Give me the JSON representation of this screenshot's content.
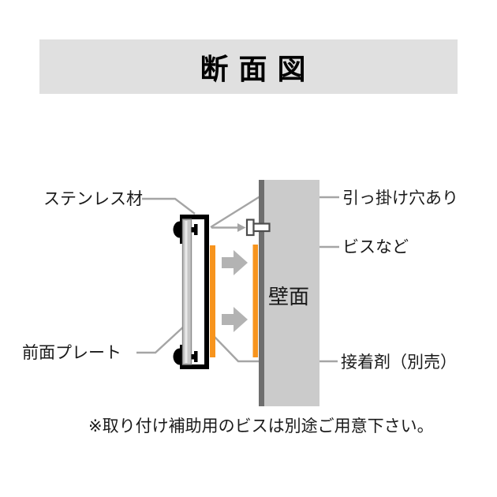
{
  "title": "断面図",
  "labels": {
    "stainless": "ステンレス材",
    "front_plate": "前面プレート",
    "hanging_hole": "引っ掛け穴あり",
    "screws": "ビスなど",
    "wall": "壁面",
    "adhesive": "接着剤（別売）"
  },
  "note": "※取り付け補助用のビスは別途ご用意下さい。",
  "icons": {
    "push_arrow": "right-arrow",
    "insert_arrow": "small-right-arrow"
  },
  "colors": {
    "title_bar_bg": "#e0e0e0",
    "wall_fill": "#cbcbcb",
    "wall_edge": "#6e6e6e",
    "adhesive_orange": "#f7941d",
    "leader_line": "#a5a5a5",
    "arrow_gray": "#b3b3b3",
    "steel_fill": "#c6c6c6",
    "steel_border": "#8a8a8a",
    "screw_outline": "#4d4d4d",
    "ink": "#000000",
    "text": "#1a1a1a"
  }
}
